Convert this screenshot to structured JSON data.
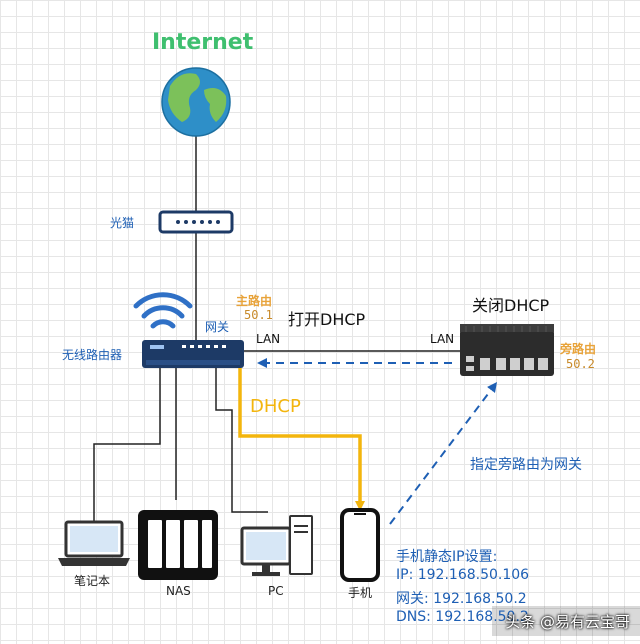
{
  "title": "Internet",
  "nodes": {
    "optical_modem": "光猫",
    "wireless_router": "无线路由器",
    "gateway": "网关",
    "main_router": "主路由",
    "main_router_ip": "50.1",
    "side_router": "旁路由",
    "side_router_ip": "50.2",
    "laptop": "笔记本",
    "nas": "NAS",
    "pc": "PC",
    "phone": "手机"
  },
  "labels": {
    "open_dhcp": "打开DHCP",
    "close_dhcp": "关闭DHCP",
    "lan_left": "LAN",
    "lan_right": "LAN",
    "dhcp": "DHCP",
    "set_gateway": "指定旁路由为网关"
  },
  "phone_config": {
    "title": "手机静态IP设置:",
    "ip": "IP:  192.168.50.106",
    "gateway": "网关:  192.168.50.2",
    "dns": "DNS:  192.168.50.2"
  },
  "watermark": "头条 @易有云宝哥",
  "colors": {
    "wire": "#222222",
    "dhcp_line": "#f3b50d",
    "dashed": "#1e5fb4",
    "internet": "#3fbf6f"
  }
}
